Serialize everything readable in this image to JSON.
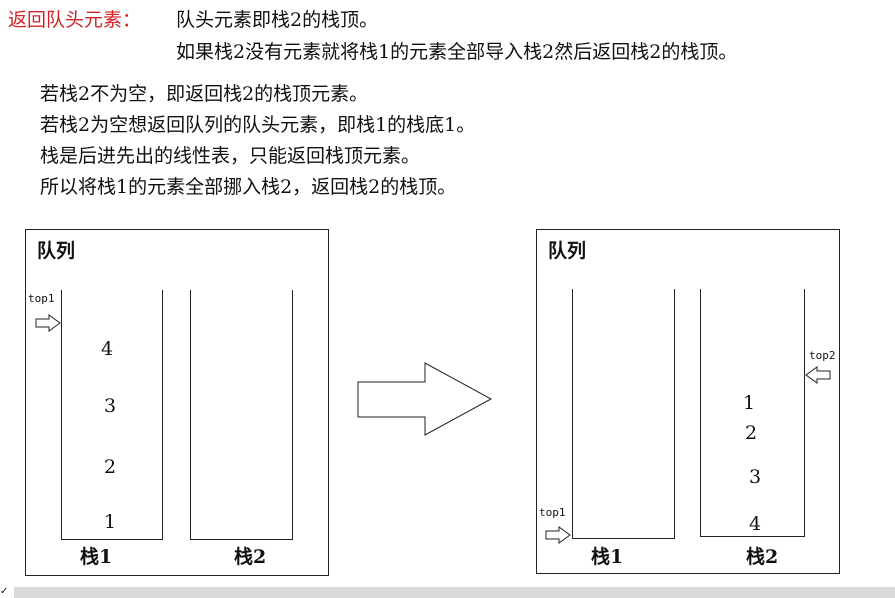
{
  "text": {
    "heading_label": "返回队头元素：",
    "heading_line1": "队头元素即栈2的栈顶。",
    "heading_line2": "如果栈2没有元素就将栈1的元素全部导入栈2然后返回栈2的栈顶。",
    "bullets": [
      "若栈2不为空，即返回栈2的栈顶元素。",
      "若栈2为空想返回队列的队头元素，即栈1的栈底1。",
      "栈是后进先出的线性表，只能返回栈顶元素。",
      "所以将栈1的元素全部挪入栈2，返回栈2的栈顶。"
    ]
  },
  "diagram": {
    "left_panel": {
      "title": "队列",
      "top_pointer_label": "top1",
      "stack1_label": "栈1",
      "stack2_label": "栈2",
      "stack1_items": [
        "4",
        "3",
        "2",
        "1"
      ]
    },
    "right_panel": {
      "title": "队列",
      "top1_label": "top1",
      "top2_label": "top2",
      "stack1_label": "栈1",
      "stack2_label": "栈2",
      "stack2_items": [
        "1",
        "2",
        "3",
        "4"
      ]
    }
  }
}
